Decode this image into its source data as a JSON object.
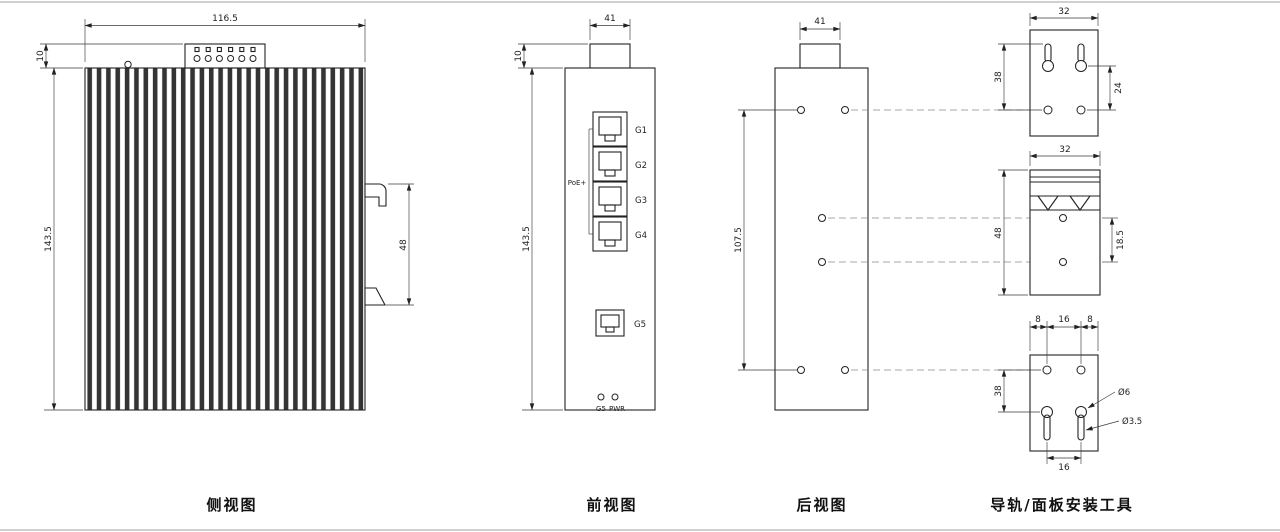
{
  "titles": {
    "side": "侧视图",
    "front": "前视图",
    "rear": "后视图",
    "tools": "导轨/面板安装工具"
  },
  "side_view": {
    "dim_width": "116.5",
    "dim_top_offset": "10",
    "dim_height": "143.5",
    "dim_clip_span": "48"
  },
  "front_view": {
    "dim_width": "41",
    "dim_top_offset": "10",
    "dim_height": "143.5",
    "poe_label": "PoE+",
    "ports": [
      {
        "label": "G1"
      },
      {
        "label": "G2"
      },
      {
        "label": "G3"
      },
      {
        "label": "G4"
      }
    ],
    "sfp_port_label": "G5",
    "led_labels": {
      "left": "G5",
      "right": "PWR"
    }
  },
  "rear_view": {
    "dim_width": "41",
    "dim_hole_span": "107.5"
  },
  "tools": {
    "top_plate": {
      "dim_width": "32",
      "dim_left": "38",
      "dim_right": "24"
    },
    "din_clip": {
      "dim_width": "32",
      "dim_left": "48",
      "dim_right": "18.5"
    },
    "bottom_plate": {
      "dim_seg_left": "8",
      "dim_seg_mid": "16",
      "dim_seg_right": "8",
      "dim_left": "38",
      "dim_bottom": "16",
      "dia_hole": "Ø6",
      "dia_slot": "Ø3.5"
    }
  }
}
